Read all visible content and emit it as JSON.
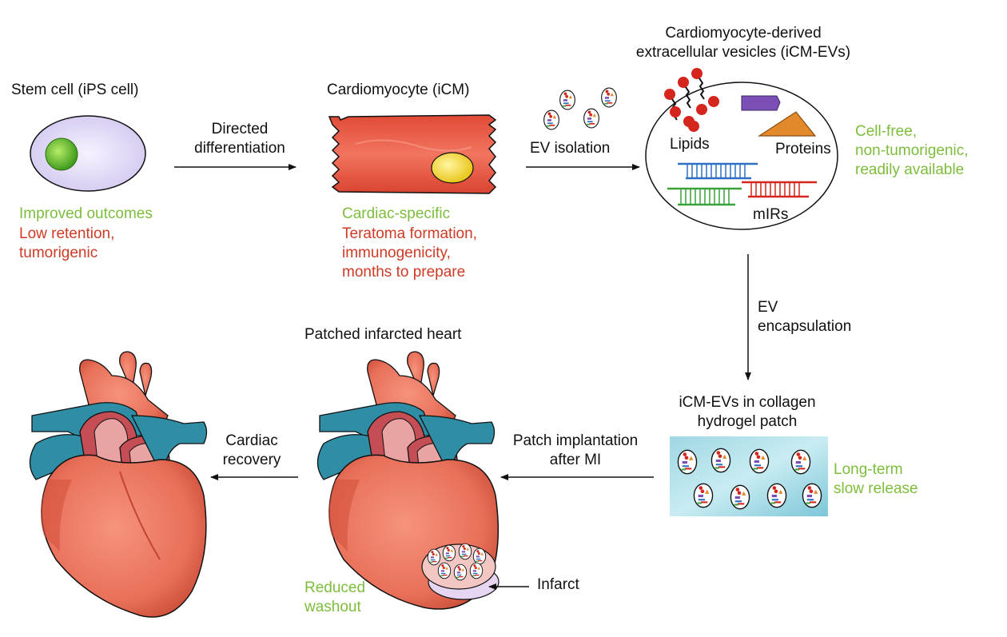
{
  "stem": {
    "title": "Stem cell (iPS cell)",
    "pros": "Improved outcomes",
    "cons": [
      "Low retention,",
      "tumorigenic"
    ]
  },
  "step1": [
    "Directed",
    "differentiation"
  ],
  "cardio": {
    "title": "Cardiomyocyte (iCM)",
    "pros": "Cardiac-specific",
    "cons": [
      "Teratoma formation,",
      "immunogenicity,",
      "months to prepare"
    ]
  },
  "step2": "EV isolation",
  "ev": {
    "title": [
      "Cardiomyocyte-derived",
      "extracellular vesicles (iCM-EVs)"
    ],
    "lipids": "Lipids",
    "proteins": "Proteins",
    "mirs": "mIRs",
    "pros": [
      "Cell-free,",
      "non-tumorigenic,",
      "readily available"
    ]
  },
  "step3": [
    "EV",
    "encapsulation"
  ],
  "patch": {
    "title": [
      "iCM-EVs in collagen",
      "hydrogel patch"
    ],
    "pros": [
      "Long-term",
      "slow release"
    ]
  },
  "step4": [
    "Patch implantation",
    "after MI"
  ],
  "patched": {
    "title": "Patched infarcted heart",
    "infarct": "Infarct",
    "pros": [
      "Reduced",
      "washout"
    ]
  },
  "step5": [
    "Cardiac",
    "recovery"
  ],
  "colors": {
    "green": "#7dbd3b",
    "red": "#cf3a25",
    "heart": "#e8705a",
    "vessel_blue": "#2f8ea5",
    "hydrogel": "#7cc6d8"
  }
}
